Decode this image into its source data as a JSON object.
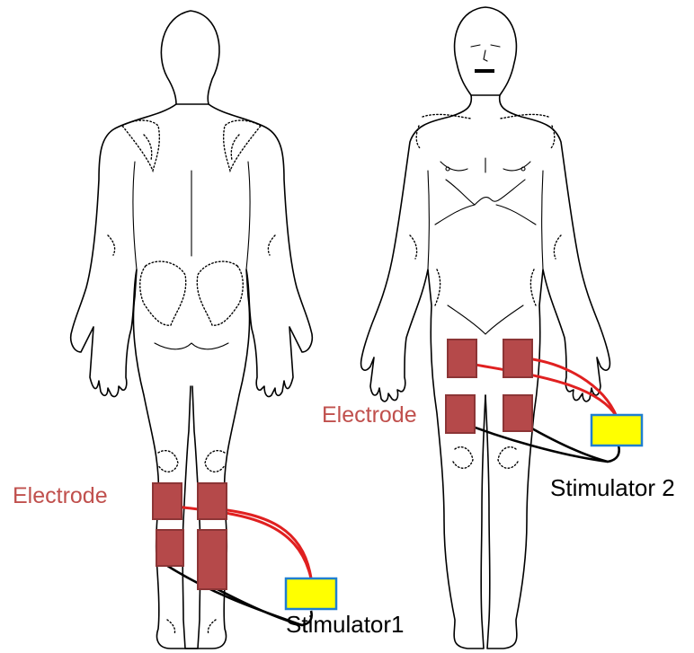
{
  "labels": {
    "electrode_left": "Electrode",
    "electrode_right": "Electrode",
    "stimulator_left": "Stimulator1",
    "stimulator_right": "Stimulator 2"
  },
  "colors": {
    "electrode_pad": "#b5494a",
    "electrode_label": "#c0504d",
    "wire_positive": "#e02020",
    "wire_negative": "#000000",
    "stimulator_fill": "#ffff00",
    "stimulator_border": "#1f7fd0"
  }
}
